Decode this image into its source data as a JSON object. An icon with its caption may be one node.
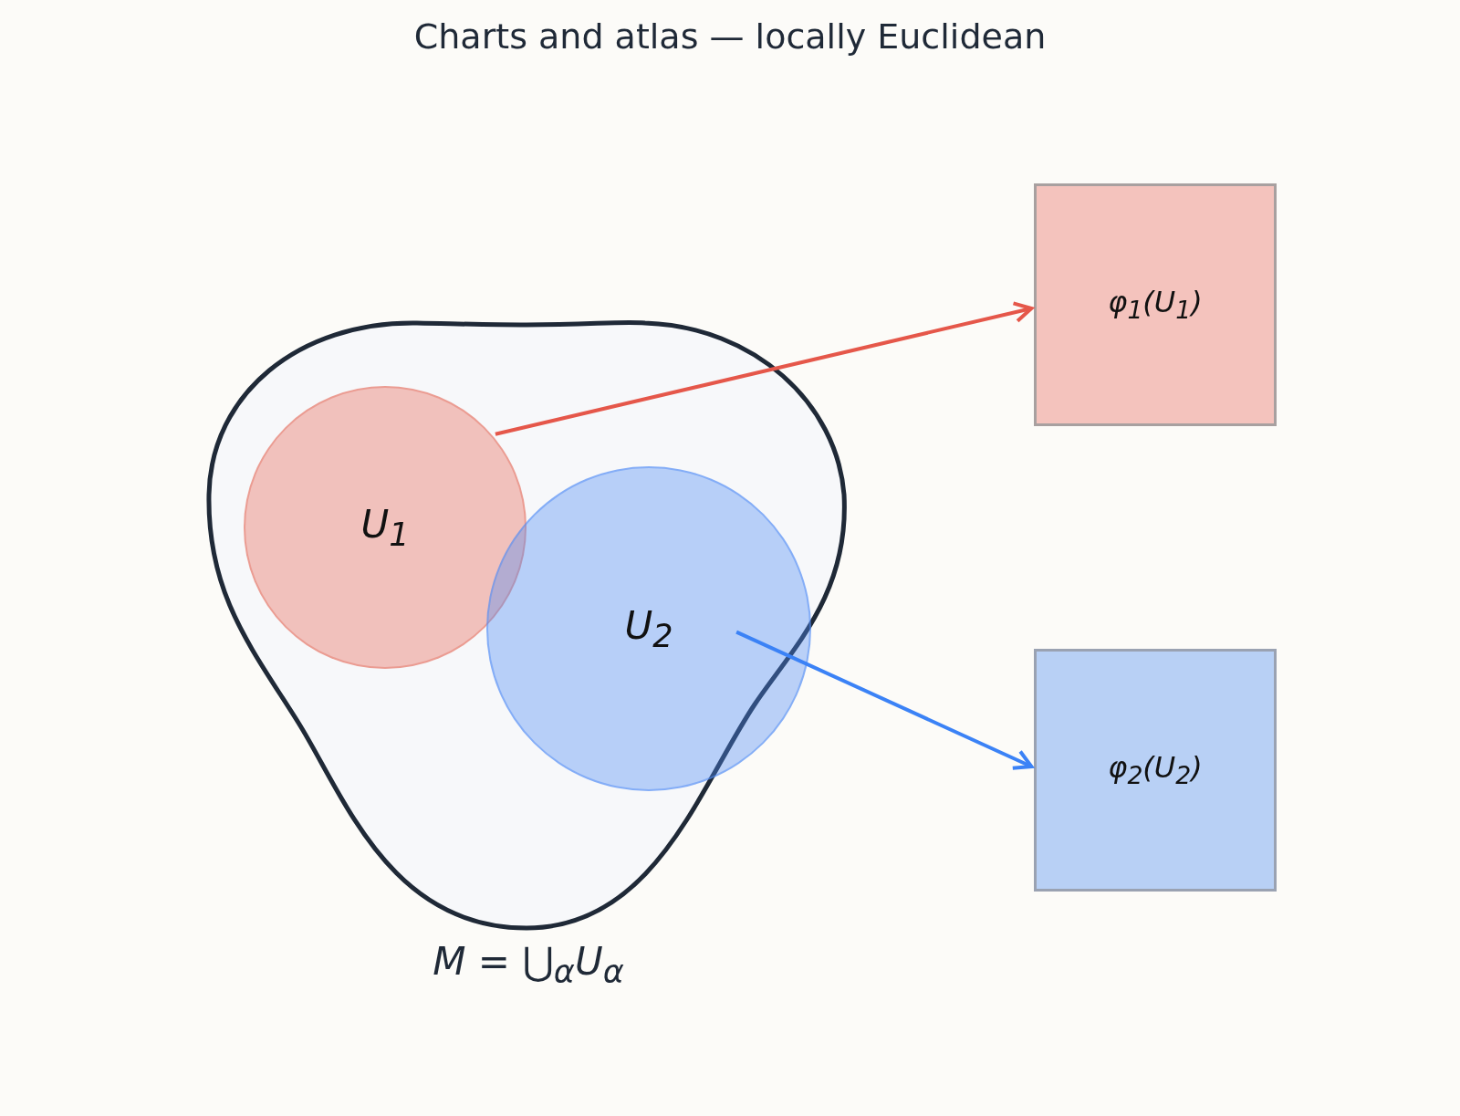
{
  "diagram": {
    "title": "Charts and atlas — locally Euclidean",
    "nodes": [
      {
        "text": [],
        "shape": "blob",
        "beside": [
          "M = ⋃$_{α}$U$_{α}$"
        ]
      },
      {
        "text": [
          "U$_{1}$"
        ],
        "in": 0
      },
      {
        "text": [
          "U$_{2}$"
        ],
        "in": 0
      },
      {
        "text": [
          "φ$_{1}$(U$_{1}$)"
        ]
      },
      {
        "text": [
          "φ$_{2}$(U$_{2}$)"
        ]
      }
    ],
    "edges": [
      {
        "from": 1,
        "to": 3,
        "arrow": "to",
        "color": "#e5574a"
      },
      {
        "from": 2,
        "to": 4,
        "arrow": "to",
        "color": "#3b82f6"
      }
    ]
  }
}
